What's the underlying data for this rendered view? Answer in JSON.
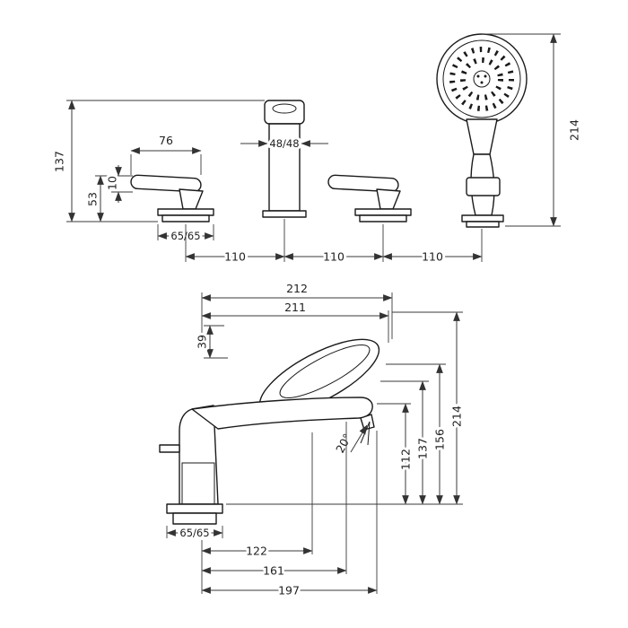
{
  "page": {
    "background": "#ffffff",
    "line_color": "#1a1a1a"
  },
  "front_view": {
    "dims": {
      "height_137": "137",
      "handle_76": "76",
      "handle_53": "53",
      "handle_10": "10",
      "base_65": "65/65",
      "spout_48": "48/48",
      "spacing_a": "110",
      "spacing_b": "110",
      "spacing_c": "110",
      "shower_214": "214"
    }
  },
  "side_view": {
    "dims": {
      "depth_212": "212",
      "depth_211": "211",
      "offset_39": "39",
      "angle_20": "20°",
      "height_112": "112",
      "height_137": "137",
      "height_156": "156",
      "height_214": "214",
      "base_65": "65/65",
      "reach_122": "122",
      "reach_161": "161",
      "reach_197": "197"
    }
  }
}
